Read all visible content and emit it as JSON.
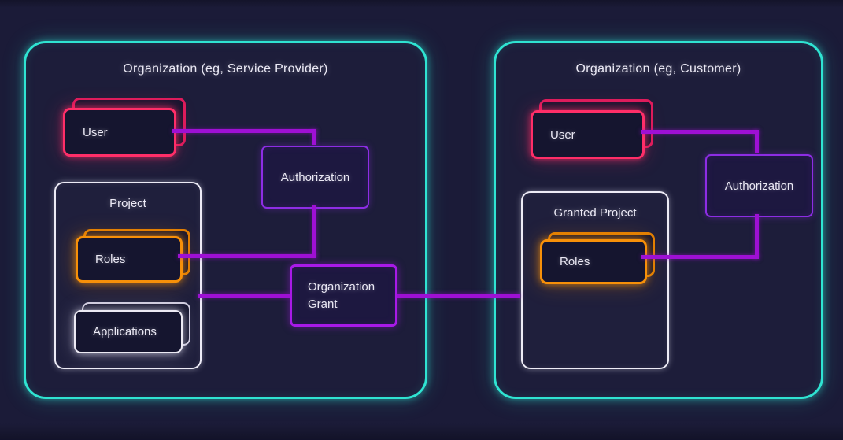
{
  "diagram": {
    "org_left": {
      "title": "Organization (eg, Service Provider)",
      "user_label": "User",
      "authorization_label": "Authorization",
      "project": {
        "title": "Project",
        "roles_label": "Roles",
        "applications_label": "Applications"
      }
    },
    "org_grant_label": "Organization Grant",
    "org_right": {
      "title": "Organization (eg, Customer)",
      "user_label": "User",
      "authorization_label": "Authorization",
      "granted_project": {
        "title": "Granted Project",
        "roles_label": "Roles"
      }
    },
    "colors": {
      "background": "#1b1b38",
      "org_border": "#2fe4d2",
      "user_border": "#ff2e68",
      "roles_border": "#f79009",
      "applications_border": "#eceaf4",
      "authorization_border": "#8d2de4",
      "org_grant_border": "#a81ae8",
      "connector": "#9e10d4",
      "text": "#eae8f4"
    }
  }
}
